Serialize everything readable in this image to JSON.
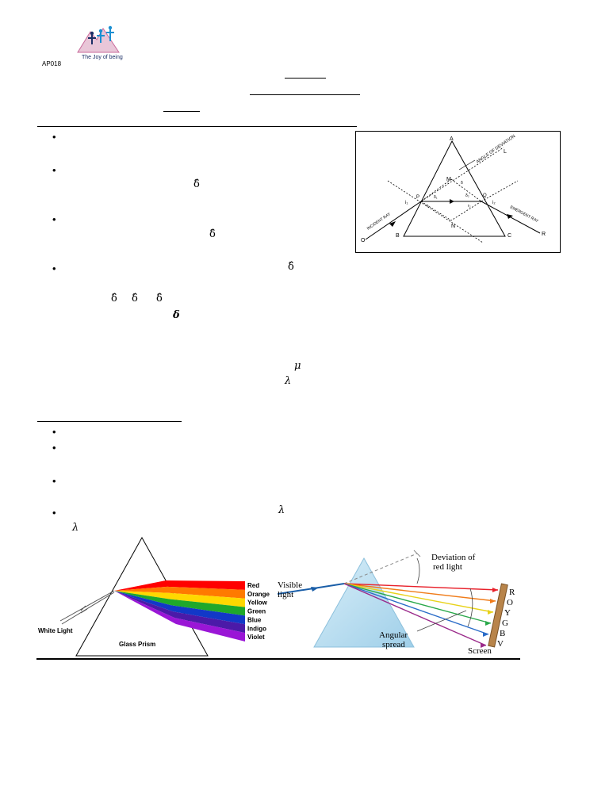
{
  "header": {
    "code": "AP018",
    "logo_tagline": "The Joy of being"
  },
  "symbols": {
    "delta": "δ̂",
    "mu": "μ",
    "lambda": "λ",
    "delta_bold": "δ"
  },
  "bullets": {
    "count_section1": 4,
    "count_section2": 4
  },
  "prism_deviation_diagram": {
    "vertex_a": "A",
    "vertex_b": "B",
    "vertex_c": "C",
    "point_l": "L",
    "point_m": "M",
    "point_n": "N",
    "point_p": "P",
    "point_q": "Q",
    "point_o": "O",
    "point_r": "R",
    "angle_deviation_label": "ANGLE OF DEVIATION",
    "incident_ray_label": "INCIDENT RAY",
    "emergent_ray_label": "EMERGENT RAY",
    "i1": "i₁",
    "r1": "r₁",
    "r2": "r₂",
    "i2": "i₂",
    "d1": "δ₁",
    "d2": "δ₂",
    "delta": "δ"
  },
  "dispersion_diagram": {
    "white_light_label": "White Light",
    "prism_label": "Glass Prism",
    "colors": [
      {
        "name": "Red",
        "color": "#ff0000"
      },
      {
        "name": "Orange",
        "color": "#ff7a00"
      },
      {
        "name": "Yellow",
        "color": "#ffd800"
      },
      {
        "name": "Green",
        "color": "#1fa82b"
      },
      {
        "name": "Blue",
        "color": "#1238c8"
      },
      {
        "name": "Indigo",
        "color": "#4b1aa8"
      },
      {
        "name": "Violet",
        "color": "#9a16d6"
      }
    ]
  },
  "spread_diagram": {
    "visible_light_label_1": "Visible",
    "visible_light_label_2": "light",
    "deviation_label_1": "Deviation of",
    "deviation_label_2": "red light",
    "angular_label_1": "Angular",
    "angular_label_2": "spread",
    "screen_label": "Screen",
    "letters": [
      "R",
      "O",
      "Y",
      "G",
      "B",
      "V"
    ],
    "ray_colors": [
      "#e8202a",
      "#f07c1a",
      "#e8d21a",
      "#2aa84a",
      "#2a6cc8",
      "#9a2a8a"
    ]
  }
}
